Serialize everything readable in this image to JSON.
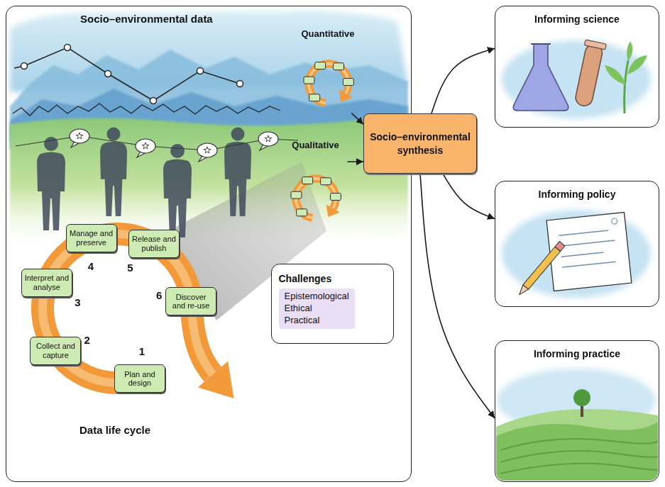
{
  "diagram": {
    "nodes": [
      {
        "text": [
          "Socio–environmental data"
        ]
      },
      {
        "text": [
          "Quantitative"
        ],
        "in": 0
      },
      {
        "text": [
          "Qualitative"
        ],
        "in": 0
      },
      {
        "text": [
          "Plan and design"
        ],
        "in": 0
      },
      {
        "text": [
          "Collect and capture"
        ],
        "in": 0
      },
      {
        "text": [
          "Interpret and analyse"
        ],
        "in": 0
      },
      {
        "text": [
          "Manage and preserve"
        ],
        "in": 0
      },
      {
        "text": [
          "Release and publish"
        ],
        "in": 0
      },
      {
        "text": [
          "Discover and re-use"
        ],
        "in": 0
      },
      {
        "text": [
          "Challenges",
          "Epistemological Ethical Practical"
        ],
        "in": 0
      },
      {
        "text": [
          "Socio–environmental synthesis"
        ]
      },
      {
        "text": [
          "Informing science"
        ]
      },
      {
        "text": [
          "Informing policy"
        ]
      },
      {
        "text": [
          "Informing practice"
        ]
      }
    ],
    "edges": [
      {
        "from": 1,
        "to": 10,
        "arrow": "to"
      },
      {
        "from": 2,
        "to": 10,
        "arrow": "to"
      },
      {
        "from": 10,
        "to": 11,
        "arrow": "to"
      },
      {
        "from": 10,
        "to": 12,
        "arrow": "to"
      },
      {
        "from": 10,
        "to": 13,
        "arrow": "to"
      }
    ],
    "labels": [
      "1",
      "2",
      "3",
      "4",
      "5",
      "6",
      "Data life cycle"
    ]
  }
}
